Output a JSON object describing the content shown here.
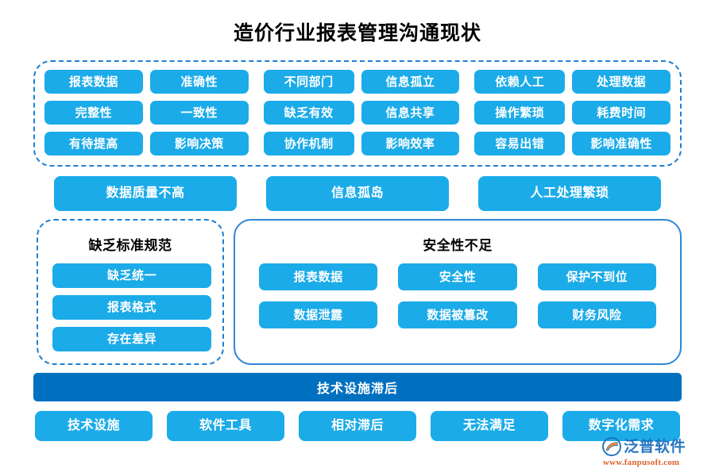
{
  "title": "造价行业报表管理沟通现状",
  "colors": {
    "chip_blue": "#1BABE8",
    "banner_blue": "#0070C0",
    "dashed_border": "#1E7FD4",
    "solid_border": "#2E86D4",
    "title_text": "#000000",
    "brand_blue": "#1C6FBE",
    "brand_orange": "#D85A22"
  },
  "top_group": {
    "items": [
      "报表数据",
      "准确性",
      "不同部门",
      "信息孤立",
      "依赖人工",
      "处理数据",
      "完整性",
      "一致性",
      "缺乏有效",
      "信息共享",
      "操作繁琐",
      "耗费时间",
      "有待提高",
      "影响决策",
      "协作机制",
      "影响效率",
      "容易出错",
      "影响准确性"
    ]
  },
  "summary_row": {
    "items": [
      "数据质量不高",
      "信息孤岛",
      "人工处理繁琐"
    ]
  },
  "standards_box": {
    "title": "缺乏标准规范",
    "items": [
      "缺乏统一",
      "报表格式",
      "存在差异"
    ]
  },
  "security_box": {
    "title": "安全性不足",
    "items": [
      "报表数据",
      "安全性",
      "保护不到位",
      "数据泄露",
      "数据被篡改",
      "财务风险"
    ]
  },
  "tech_banner": {
    "label": "技术设施滞后"
  },
  "tech_row": {
    "items": [
      "技术设施",
      "软件工具",
      "相对滞后",
      "无法满足",
      "数字化需求"
    ]
  },
  "brand": {
    "name": "泛普软件",
    "url": "www.fanpusoft.com",
    "mark": "fanpu-circle-swoosh-logo"
  }
}
